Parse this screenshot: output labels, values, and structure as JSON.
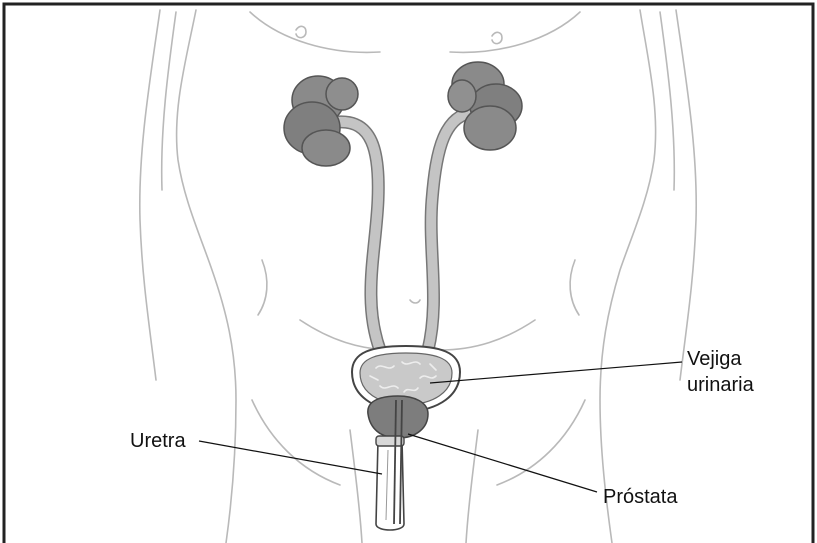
{
  "labels": {
    "bladder_line1": "Vejiga",
    "bladder_line2": "urinaria",
    "urethra": "Uretra",
    "prostate": "Próstata"
  },
  "colors": {
    "frame": "#222222",
    "body_outline": "#b9b9b9",
    "kidney": "#8a8a8a",
    "kidney_shade": "#6f6f6f",
    "ureter": "#c4c4c4",
    "bladder": "#c9c9c9",
    "prostate": "#7d7d7d",
    "leader_line": "#111111"
  }
}
